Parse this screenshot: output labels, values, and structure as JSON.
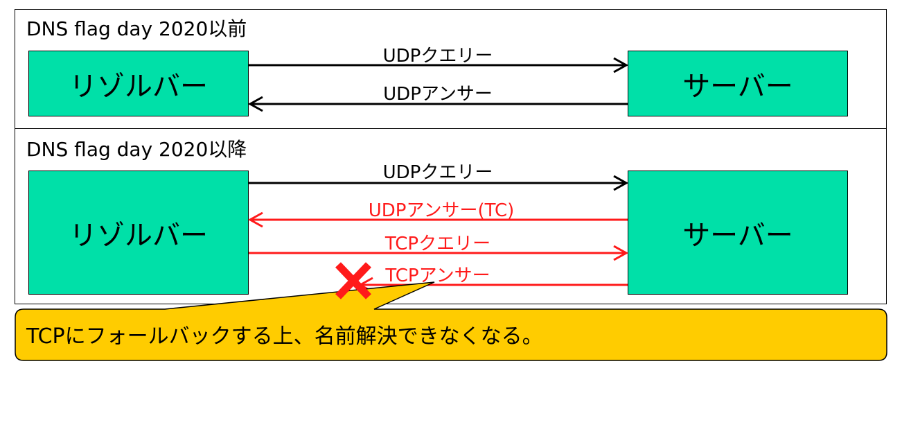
{
  "panels": [
    {
      "title": "DNS flag day 2020以前",
      "left_box": "リゾルバー",
      "right_box": "サーバー",
      "arrows": [
        {
          "label": "UDPクエリー",
          "direction": "right",
          "color": "#000000"
        },
        {
          "label": "UDPアンサー",
          "direction": "left",
          "color": "#000000"
        }
      ]
    },
    {
      "title": "DNS flag day 2020以降",
      "left_box": "リゾルバー",
      "right_box": "サーバー",
      "arrows": [
        {
          "label": "UDPクエリー",
          "direction": "right",
          "color": "#000000"
        },
        {
          "label": "UDPアンサー(TC)",
          "direction": "left",
          "color": "#ff1a1a"
        },
        {
          "label": "TCPクエリー",
          "direction": "right",
          "color": "#ff1a1a"
        },
        {
          "label": "TCPアンサー",
          "direction": "left",
          "color": "#ff1a1a",
          "failed": true
        }
      ]
    }
  ],
  "callout": {
    "text": "TCPにフォールバックする上、名前解決できなくなる。",
    "fill": "#ffcc00"
  },
  "colors": {
    "box_fill": "#00e0a8",
    "alert_red": "#ff1a1a"
  },
  "icons": {
    "failure": "cross-mark-icon"
  }
}
